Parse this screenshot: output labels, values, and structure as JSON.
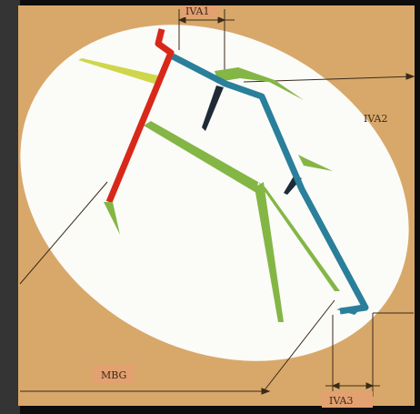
{
  "labels": {
    "iva1": "IVA1",
    "iva2": "IVA2",
    "iva3": "IVA3",
    "mbg": "MBG"
  },
  "colors": {
    "paper": "#d8a86a",
    "oval": "#fbfbf8",
    "red_branch": "#d8281a",
    "blue_branch": "#2a7f9a",
    "green_branch": "#84b645",
    "yellow_branch": "#cfd64a",
    "dark_tip": "#1e2a36",
    "label_box": "#e3a070",
    "line": "#3b2a1a"
  }
}
